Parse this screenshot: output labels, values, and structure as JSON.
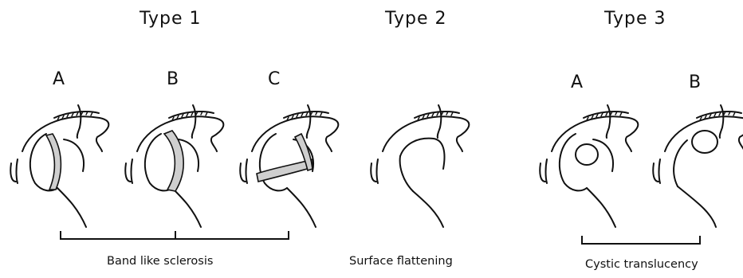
{
  "titles": {
    "type1": "Type 1",
    "type2": "Type 2",
    "type3": "Type 3"
  },
  "sub_labels": {
    "t1_a": "A",
    "t1_b": "B",
    "t1_c": "C",
    "t3_a": "A",
    "t3_b": "B"
  },
  "captions": {
    "type1": "Band like sclerosis",
    "type2": "Surface flattening",
    "type3": "Cystic translucency"
  }
}
